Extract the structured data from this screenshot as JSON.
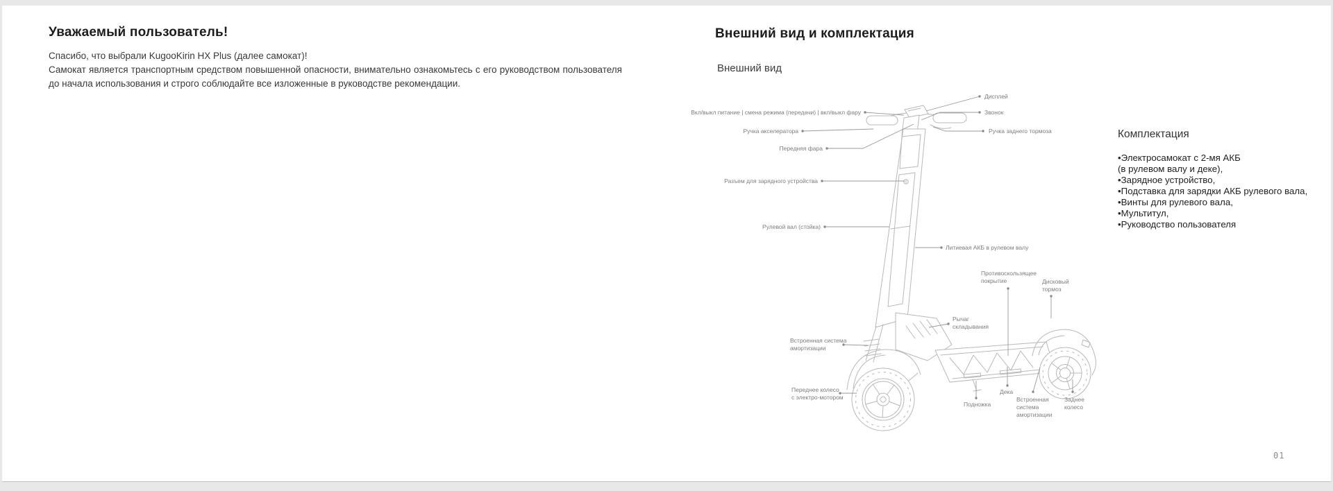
{
  "intro": {
    "heading": "Уважаемый пользователь!",
    "line1": "Спасибо, что выбрали KugooKirin HX Plus (далее самокат)!",
    "line2": "Самокат является транспортным средством повышенной опасности, внимательно ознакомьтесь с его руководством пользователя до начала использования и строго соблюдайте все изложенные в руководстве рекомендации."
  },
  "appearance": {
    "heading": "Внешний вид и комплектация",
    "subheading": "Внешний вид"
  },
  "diagram": {
    "labels": {
      "power": "Вкл/выкл питание | смена режима (передачи) | вкл/выкл фару",
      "accelerator": "Ручка акселератора",
      "headlight": "Передняя фара",
      "charge_port": "Разъем для зарядного устройства",
      "stem": "Рулевой вал (стойка)",
      "front_suspension": "Встроенная система\nамортизации",
      "front_wheel": "Переднее колесо\nс электро-мотором",
      "display": "Дисплей",
      "bell": "Звонок",
      "rear_brake": "Ручка заднего тормоза",
      "battery": "Литиевая АКБ в рулевом валу",
      "grip_tape": "Противоскользящее\nпокрытие",
      "disc_brake": "Дисковый\nтормоз",
      "fold_lever": "Рычаг\nскладывания",
      "kickstand": "Подножка",
      "deck": "Дека",
      "rear_suspension": "Встроенная\nсистема\nамортизации",
      "rear_wheel": "Заднее\nколесо"
    },
    "colors": {
      "line_art": "#b8b8b8",
      "leader_line": "#9a9a9a",
      "label_text": "#7d7d7d"
    }
  },
  "package": {
    "heading": "Комплектация",
    "items": [
      "•Электросамокат с 2-мя АКБ",
      "(в рулевом валу и деке),",
      "•Зарядное устройство,",
      "•Подставка для зарядки АКБ рулевого вала,",
      "•Винты для рулевого вала,",
      "•Мультитул,",
      "•Руководство пользователя"
    ]
  },
  "footer": {
    "page_number": "01"
  }
}
